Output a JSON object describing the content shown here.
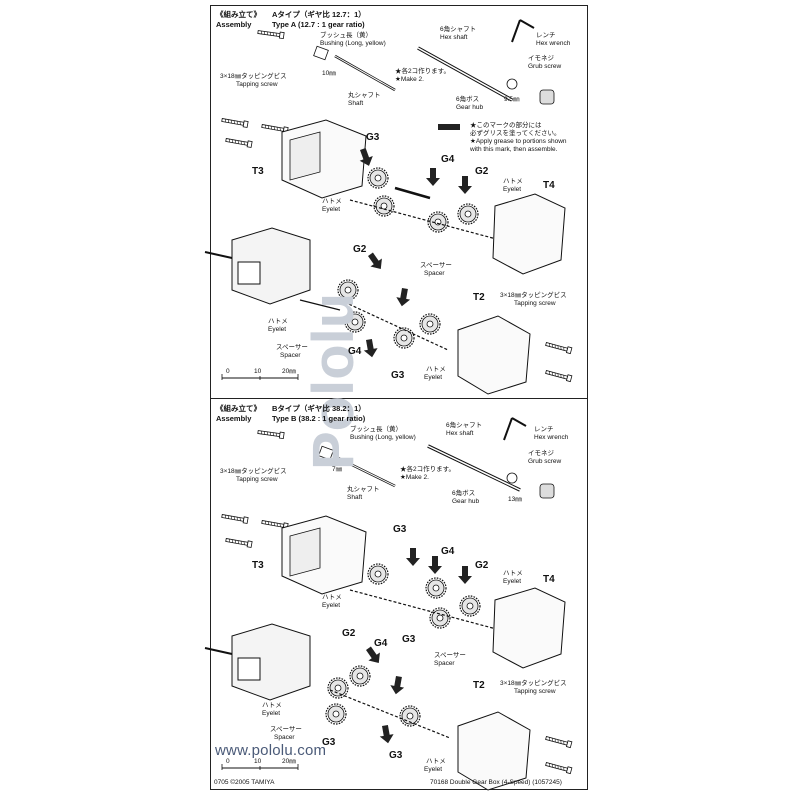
{
  "top": {
    "title_jp": "《組み立て》",
    "title_en": "Assembly",
    "type_jp": "Aタイプ（ギヤ比 12.7：1）",
    "type_en": "Type A (12.7 : 1 gear ratio)",
    "bushing_jp": "ブッシュ長（黄）",
    "bushing_en": "Bushing (Long, yellow)",
    "dim_10": "10㎜",
    "make2_jp": "★各2コ作ります。",
    "make2_en": "★Make 2.",
    "shaft_jp": "丸シャフト",
    "shaft_en": "Shaft",
    "hex_shaft_jp": "6角シャフト",
    "hex_shaft_en": "Hex shaft",
    "wrench_jp": "レンチ",
    "wrench_en": "Hex wrench",
    "grub_jp": "イモネジ",
    "grub_en": "Grub screw",
    "gearhub_jp": "6角ボス",
    "gearhub_en": "Gear hub",
    "dim_9_5": "9.5㎜",
    "screw_jp": "3×18㎜タッピングビス",
    "screw_en": "Tapping screw",
    "grease_jp1": "★このマークの部分には",
    "grease_jp2": "必ずグリスを塗ってください。",
    "grease_en1": "★Apply grease to portions shown",
    "grease_en2": "with this mark, then assemble.",
    "g3": "G3",
    "g4": "G4",
    "g2": "G2",
    "t3": "T3",
    "t4": "T4",
    "t2": "T2",
    "eyelet_jp": "ハトメ",
    "eyelet_en": "Eyelet",
    "spacer_jp": "スペーサー",
    "spacer_en": "Spacer",
    "scale_0": "0",
    "scale_10": "10",
    "scale_20": "20㎜"
  },
  "bottom": {
    "title_jp": "《組み立て》",
    "title_en": "Assembly",
    "type_jp": "Bタイプ（ギヤ比 38.2：1）",
    "type_en": "Type B (38.2 : 1 gear ratio)",
    "bushing_jp": "ブッシュ長（黄）",
    "bushing_en": "Bushing (Long, yellow)",
    "dim_7": "7㎜",
    "make2_jp": "★各2コ作ります。",
    "make2_en": "★Make 2.",
    "shaft_jp": "丸シャフト",
    "shaft_en": "Shaft",
    "hex_shaft_jp": "6角シャフト",
    "hex_shaft_en": "Hex shaft",
    "wrench_jp": "レンチ",
    "wrench_en": "Hex wrench",
    "grub_jp": "イモネジ",
    "grub_en": "Grub screw",
    "gearhub_jp": "6角ボス",
    "gearhub_en": "Gear hub",
    "dim_13": "13㎜",
    "screw_jp": "3×18㎜タッピングビス",
    "screw_en": "Tapping screw",
    "g3": "G3",
    "g4": "G4",
    "g2": "G2",
    "t3": "T3",
    "t4": "T4",
    "t2": "T2",
    "eyelet_jp": "ハトメ",
    "eyelet_en": "Eyelet",
    "spacer_jp": "スペーサー",
    "spacer_en": "Spacer",
    "scale_0": "0",
    "scale_10": "10",
    "scale_20": "20㎜"
  },
  "footer": {
    "left": "0705 ©2005 TAMIYA",
    "right": "70168 Double Gear Box (4-Speed) (1057245)",
    "url": "www.pololu.com",
    "watermark": "Pololu"
  },
  "colors": {
    "ink": "#111111",
    "watermark": "#c9cfd8",
    "url": "#4a5a78"
  }
}
